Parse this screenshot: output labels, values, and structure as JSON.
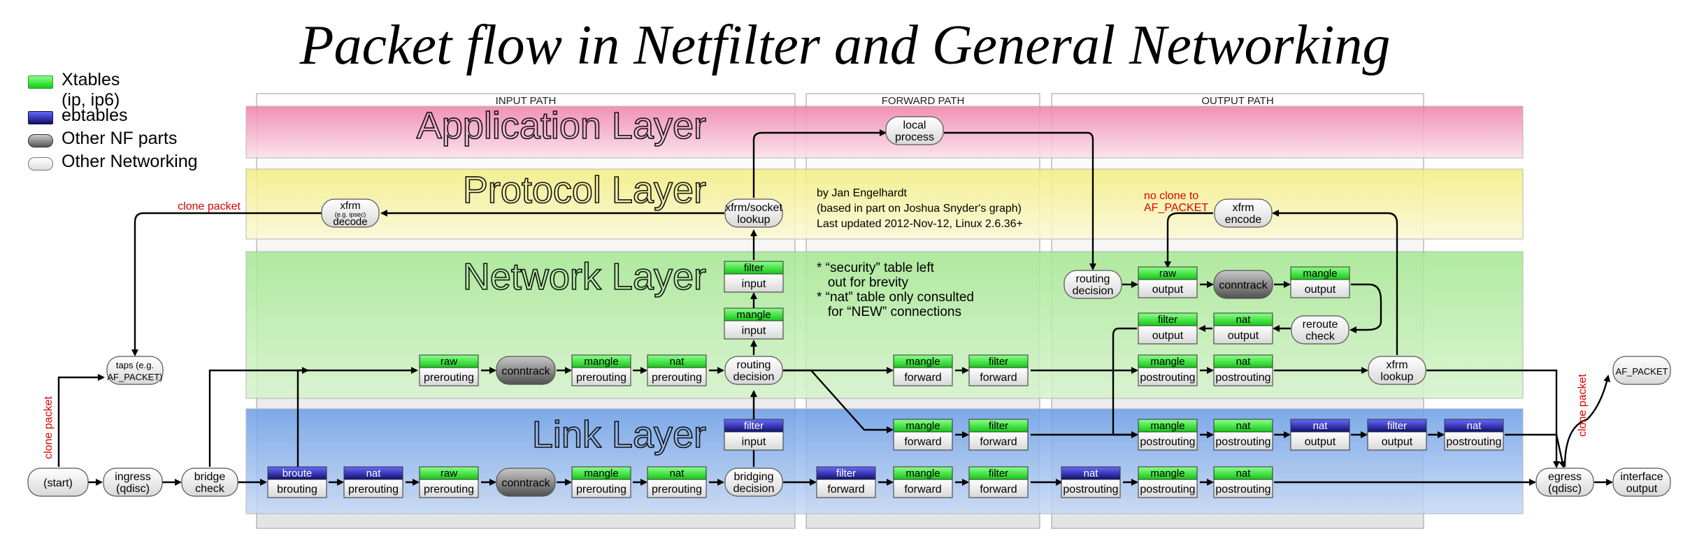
{
  "title": "Packet flow in Netfilter and General Networking",
  "legend": [
    {
      "kind": "xtables",
      "label": "Xtables",
      "sub": "(ip, ip6)"
    },
    {
      "kind": "ebtables",
      "label": "ebtables",
      "sub": ""
    },
    {
      "kind": "nf",
      "label": "Other NF parts",
      "sub": ""
    },
    {
      "kind": "net",
      "label": "Other Networking",
      "sub": ""
    }
  ],
  "paths": {
    "input": "INPUT PATH",
    "forward": "FORWARD PATH",
    "output": "OUTPUT PATH"
  },
  "layers": {
    "app": "Application Layer",
    "proto": "Protocol Layer",
    "net": "Network Layer",
    "link": "Link Layer"
  },
  "credits": [
    "by Jan Engelhardt",
    "(based in part on Joshua Snyder's graph)",
    "Last updated 2012-Nov-12, Linux 2.6.36+"
  ],
  "notes": [
    "* “security” table left",
    "   out for brevity",
    "* “nat” table only consulted",
    "   for “NEW” connections"
  ],
  "red_labels": {
    "clone_top": "clone packet",
    "clone_left": "clone packet",
    "clone_right": "clone packet",
    "no_clone_1": "no clone to",
    "no_clone_2": "AF_PACKET"
  },
  "colors": {
    "xtables": "#22cc22",
    "ebtables": "#2222cc",
    "nf": "#666666",
    "net": "#eeeeee",
    "app": "#f4a6c6",
    "proto": "#f6f3a0",
    "netlayer": "#b8ecab",
    "link": "#8cb4ee",
    "red": "#dd0000"
  },
  "nodes": [
    {
      "id": "start",
      "type": "net",
      "l1": "(start)"
    },
    {
      "id": "ingress",
      "type": "net",
      "l1": "ingress",
      "l2": "(qdisc)"
    },
    {
      "id": "bridge_check",
      "type": "net",
      "l1": "bridge",
      "l2": "check"
    },
    {
      "id": "taps",
      "type": "net",
      "l1": "taps (e.g.",
      "l2": "AF_PACKET)"
    },
    {
      "id": "xfrm_decode",
      "type": "net",
      "l1": "xfrm",
      "small": "(e.g. ipsec)",
      "l2": "decode"
    },
    {
      "id": "xfrm_socket",
      "type": "net",
      "l1": "xfrm/socket",
      "l2": "lookup"
    },
    {
      "id": "local_process",
      "type": "net",
      "l1": "local",
      "l2": "process"
    },
    {
      "id": "routing_dec_in",
      "type": "net",
      "l1": "routing",
      "l2": "decision"
    },
    {
      "id": "bridging_dec",
      "type": "net",
      "l1": "bridging",
      "l2": "decision"
    },
    {
      "id": "conntrack_net",
      "type": "nf",
      "l1": "conntrack"
    },
    {
      "id": "conntrack_link",
      "type": "nf",
      "l1": "conntrack"
    },
    {
      "id": "conntrack_out",
      "type": "nf",
      "l1": "conntrack"
    },
    {
      "id": "routing_dec_out",
      "type": "net",
      "l1": "routing",
      "l2": "decision"
    },
    {
      "id": "reroute",
      "type": "net",
      "l1": "reroute",
      "l2": "check"
    },
    {
      "id": "xfrm_lookup",
      "type": "net",
      "l1": "xfrm",
      "l2": "lookup"
    },
    {
      "id": "xfrm_encode",
      "type": "net",
      "l1": "xfrm",
      "l2": "encode"
    },
    {
      "id": "af_packet",
      "type": "net",
      "l1": "AF_PACKET"
    },
    {
      "id": "egress",
      "type": "net",
      "l1": "egress",
      "l2": "(qdisc)"
    },
    {
      "id": "iface_out",
      "type": "net",
      "l1": "interface",
      "l2": "output"
    },
    {
      "id": "n_raw_pre",
      "type": "xt",
      "l1": "raw",
      "l2": "prerouting"
    },
    {
      "id": "n_mangle_pre",
      "type": "xt",
      "l1": "mangle",
      "l2": "prerouting"
    },
    {
      "id": "n_nat_pre",
      "type": "xt",
      "l1": "nat",
      "l2": "prerouting"
    },
    {
      "id": "mangle_input",
      "type": "xt",
      "l1": "mangle",
      "l2": "input"
    },
    {
      "id": "filter_input",
      "type": "xt",
      "l1": "filter",
      "l2": "input"
    },
    {
      "id": "n_mangle_fwd",
      "type": "xt",
      "l1": "mangle",
      "l2": "forward"
    },
    {
      "id": "n_filter_fwd",
      "type": "xt",
      "l1": "filter",
      "l2": "forward"
    },
    {
      "id": "raw_output",
      "type": "xt",
      "l1": "raw",
      "l2": "output"
    },
    {
      "id": "mangle_output",
      "type": "xt",
      "l1": "mangle",
      "l2": "output"
    },
    {
      "id": "filter_output",
      "type": "xt",
      "l1": "filter",
      "l2": "output"
    },
    {
      "id": "nat_output",
      "type": "xt",
      "l1": "nat",
      "l2": "output"
    },
    {
      "id": "n_mangle_post",
      "type": "xt",
      "l1": "mangle",
      "l2": "postrouting"
    },
    {
      "id": "n_nat_post",
      "type": "xt",
      "l1": "nat",
      "l2": "postrouting"
    },
    {
      "id": "b_mangle_fwd",
      "type": "xt",
      "l1": "mangle",
      "l2": "forward"
    },
    {
      "id": "b_filter_fwd",
      "type": "xt",
      "l1": "filter",
      "l2": "forward"
    },
    {
      "id": "b_mangle_post",
      "type": "xt",
      "l1": "mangle",
      "l2": "postrouting"
    },
    {
      "id": "b_nat_post",
      "type": "xt",
      "l1": "nat",
      "l2": "postrouting"
    },
    {
      "id": "b_nat_output",
      "type": "eb",
      "l1": "nat",
      "l2": "output"
    },
    {
      "id": "b_filter_output",
      "type": "eb",
      "l1": "filter",
      "l2": "output"
    },
    {
      "id": "b_nat_post2",
      "type": "eb",
      "l1": "nat",
      "l2": "postrouting"
    },
    {
      "id": "eb_filter_input",
      "type": "eb",
      "l1": "filter",
      "l2": "input"
    },
    {
      "id": "broute",
      "type": "eb",
      "l1": "broute",
      "l2": "brouting"
    },
    {
      "id": "l_nat_pre_eb",
      "type": "eb",
      "l1": "nat",
      "l2": "prerouting"
    },
    {
      "id": "l_raw_pre",
      "type": "xt",
      "l1": "raw",
      "l2": "prerouting"
    },
    {
      "id": "l_mangle_pre",
      "type": "xt",
      "l1": "mangle",
      "l2": "prerouting"
    },
    {
      "id": "l_nat_pre",
      "type": "xt",
      "l1": "nat",
      "l2": "prerouting"
    },
    {
      "id": "l_filter_fwd_eb",
      "type": "eb",
      "l1": "filter",
      "l2": "forward"
    },
    {
      "id": "l_mangle_fwd",
      "type": "xt",
      "l1": "mangle",
      "l2": "forward"
    },
    {
      "id": "l_filter_fwd",
      "type": "xt",
      "l1": "filter",
      "l2": "forward"
    },
    {
      "id": "l_nat_post_eb",
      "type": "eb",
      "l1": "nat",
      "l2": "postrouting"
    },
    {
      "id": "l_mangle_post",
      "type": "xt",
      "l1": "mangle",
      "l2": "postrouting"
    },
    {
      "id": "l_nat_post",
      "type": "xt",
      "l1": "nat",
      "l2": "postrouting"
    }
  ]
}
